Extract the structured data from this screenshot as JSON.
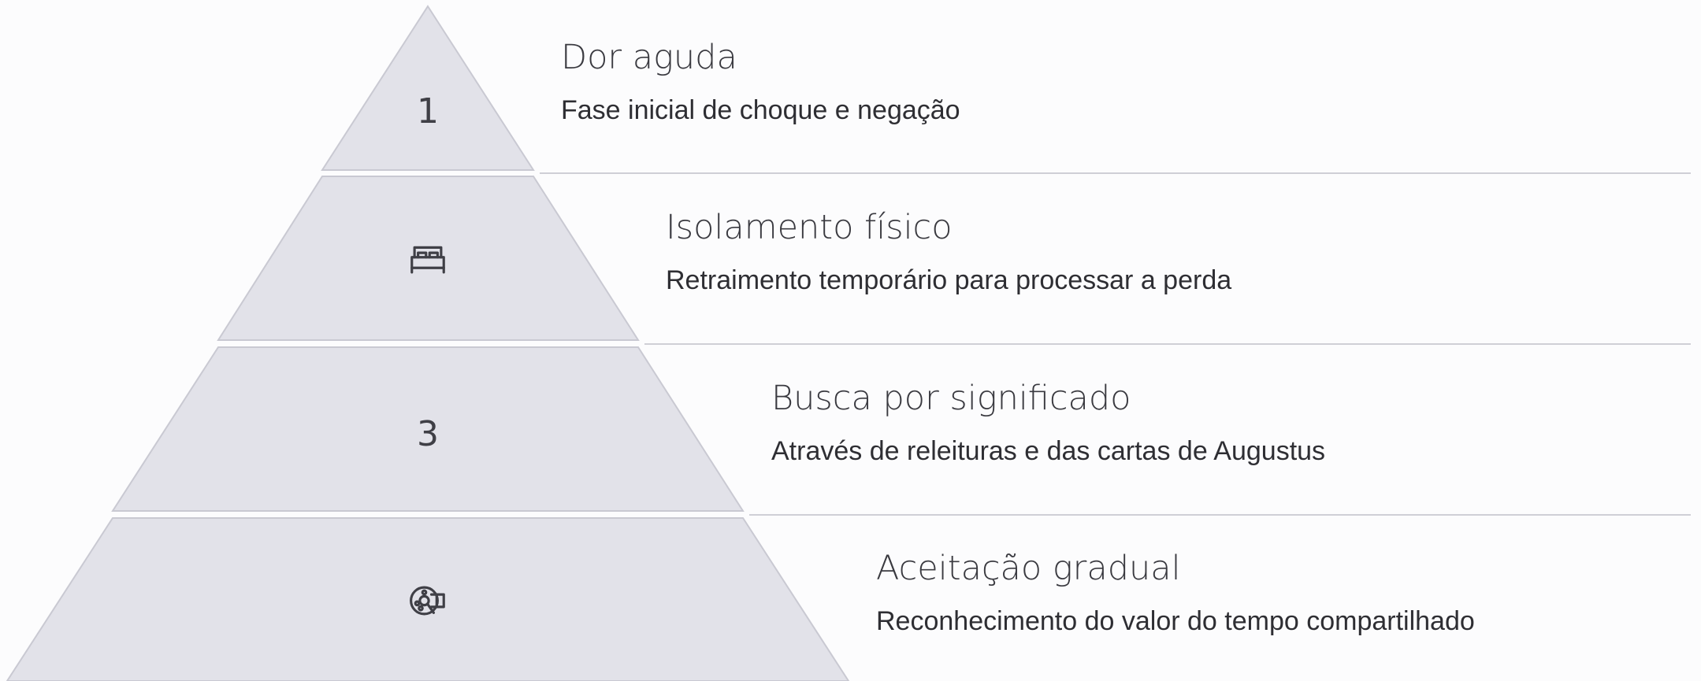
{
  "levels": [
    {
      "badge": "1",
      "title": "Dor aguda",
      "description": "Fase inicial de choque e negação"
    },
    {
      "icon": "bed-icon",
      "title": "Isolamento físico",
      "description": "Retraimento temporário para processar a perda"
    },
    {
      "badge": "3",
      "title": "Busca por significado",
      "description": "Através de releituras e das cartas de Augustus"
    },
    {
      "icon": "film-reel-icon",
      "title": "Aceitação gradual",
      "description": "Reconhecimento do valor do tempo compartilhado"
    }
  ],
  "colors": {
    "tier_fill": "#e2e2e9",
    "tier_stroke": "#c9c9d2",
    "divider": "#cfcfd6",
    "text": "#3a3a40"
  }
}
